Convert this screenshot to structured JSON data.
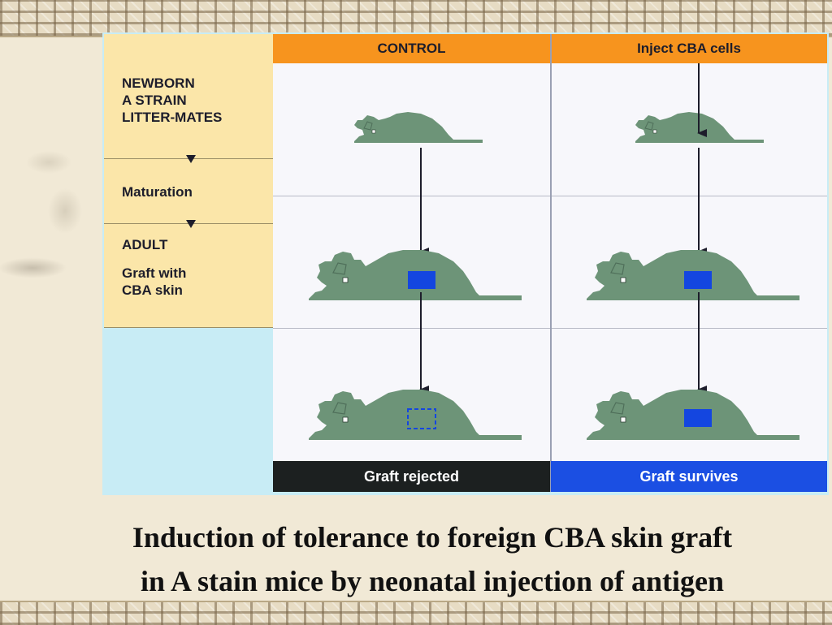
{
  "columns": {
    "control": {
      "header": "CONTROL",
      "footer": "Graft rejected"
    },
    "inject": {
      "header": "Inject CBA cells",
      "footer": "Graft survives"
    }
  },
  "labels": {
    "newborn": "NEWBORN\nA STRAIN\nLITTER-MATES",
    "maturation": "Maturation",
    "adult": "ADULT",
    "graft": "Graft with\nCBA skin"
  },
  "caption": {
    "line1": "Induction of tolerance to foreign CBA skin graft",
    "line2": "in A stain mice by neonatal injection of antigen"
  },
  "colors": {
    "header": "#f7941e",
    "label_bg": "#fbe6a9",
    "panel_bg": "#c8ecf5",
    "mouse": "#6d9478",
    "graft": "#1446e0",
    "rejected_bg": "#1c2020",
    "survives_bg": "#1b4fe3"
  }
}
